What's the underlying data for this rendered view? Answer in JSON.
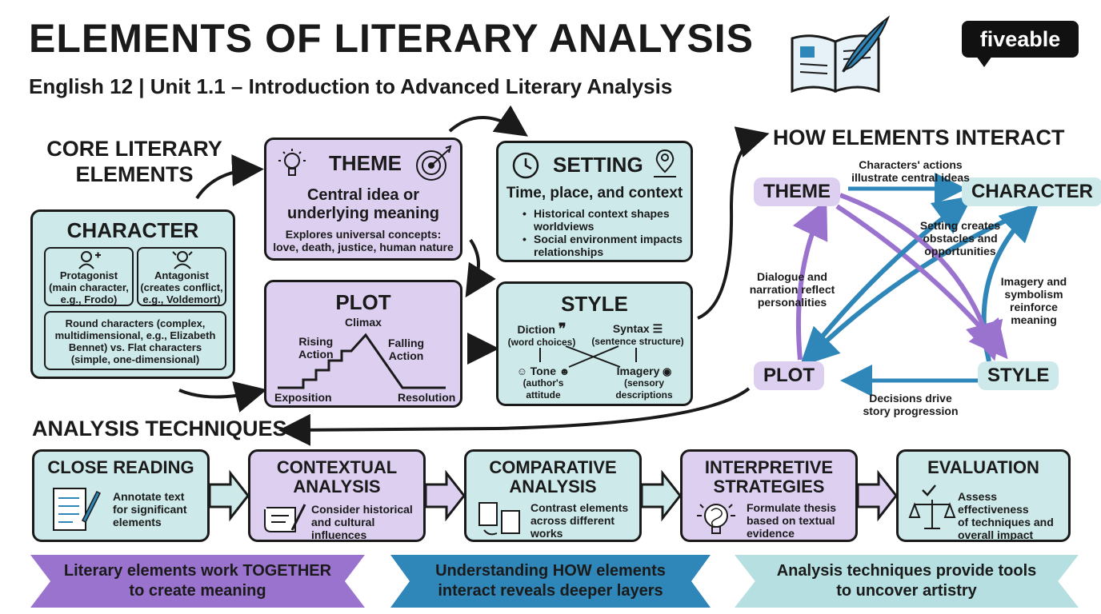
{
  "header": {
    "title": "ELEMENTS OF LITERARY ANALYSIS",
    "subtitle": "English 12 | Unit 1.1 – Introduction to Advanced Literary Analysis",
    "logo": "fiveable"
  },
  "core": {
    "heading_line1": "CORE LITERARY",
    "heading_line2": "ELEMENTS"
  },
  "character": {
    "title": "CHARACTER",
    "protagonist": [
      "Protagonist",
      "(main character,",
      "e.g., Frodo)"
    ],
    "antagonist": [
      "Antagonist",
      "(creates conflict,",
      "e.g., Voldemort)"
    ],
    "round_flat": [
      "Round characters (complex,",
      "multidimensional, e.g., Elizabeth",
      "Bennet) vs. Flat characters",
      "(simple, one-dimensional)"
    ]
  },
  "theme": {
    "title": "THEME",
    "main": [
      "Central idea or",
      "underlying meaning"
    ],
    "detail": [
      "Explores universal concepts:",
      "love, death, justice, human nature"
    ]
  },
  "setting": {
    "title": "SETTING",
    "main": "Time, place, and context",
    "bullets": [
      [
        "Historical context shapes",
        "worldviews"
      ],
      [
        "Social environment impacts",
        "relationships"
      ]
    ]
  },
  "plot": {
    "title": "PLOT",
    "climax": "Climax",
    "rising": [
      "Rising",
      "Action"
    ],
    "falling": [
      "Falling",
      "Action"
    ],
    "exposition": "Exposition",
    "resolution": "Resolution"
  },
  "style": {
    "title": "STYLE",
    "diction": [
      "Diction",
      "(word choices)"
    ],
    "syntax": [
      "Syntax",
      "(sentence structure)"
    ],
    "tone": [
      "Tone",
      "(author's",
      "attitude"
    ],
    "imagery": [
      "Imagery",
      "(sensory",
      "descriptions"
    ]
  },
  "interact": {
    "heading": "HOW ELEMENTS INTERACT",
    "nodes": {
      "theme": "THEME",
      "character": "CHARACTER",
      "plot": "PLOT",
      "style": "STYLE"
    },
    "labels": {
      "top": [
        "Characters' actions",
        "illustrate central ideas"
      ],
      "setting": [
        "Setting creates",
        "obstacles and",
        "opportunities"
      ],
      "dialogue": [
        "Dialogue and",
        "narration reflect",
        "personalities"
      ],
      "imagery": [
        "Imagery and",
        "symbolism",
        "reinforce meaning"
      ],
      "bottom": [
        "Decisions drive",
        "story progression"
      ]
    },
    "colors": {
      "blue": "#2f86b8",
      "purple": "#9a73cf"
    }
  },
  "analysis": {
    "heading": "ANALYSIS TECHNIQUES",
    "techniques": [
      {
        "title": [
          "CLOSE READING"
        ],
        "text": [
          "Annotate text",
          "for significant",
          "elements"
        ],
        "icon": "annotate-icon"
      },
      {
        "title": [
          "CONTEXTUAL",
          "ANALYSIS"
        ],
        "text": [
          "Consider historical",
          "and cultural",
          "influences"
        ],
        "icon": "scroll-icon"
      },
      {
        "title": [
          "COMPARATIVE",
          "ANALYSIS"
        ],
        "text": [
          "Contrast elements",
          "across different",
          "works"
        ],
        "icon": "books-compare-icon"
      },
      {
        "title": [
          "INTERPRETIVE",
          "STRATEGIES"
        ],
        "text": [
          "Formulate thesis",
          "based on textual",
          "evidence"
        ],
        "icon": "brain-bulb-icon"
      },
      {
        "title": [
          "EVALUATION"
        ],
        "text": [
          "Assess effectiveness",
          "of techniques and",
          "overall impact"
        ],
        "icon": "scales-icon"
      }
    ]
  },
  "banners": [
    {
      "lines": [
        "Literary elements work TOGETHER",
        "to create meaning"
      ],
      "color": "#9a73cf"
    },
    {
      "lines": [
        "Understanding HOW elements",
        "interact reveals deeper layers"
      ],
      "color": "#2f86b8"
    },
    {
      "lines": [
        "Analysis techniques provide tools",
        "to uncover artistry"
      ],
      "color": "#b5dfe0"
    }
  ],
  "colors": {
    "teal_card": "#cde9ea",
    "purple_card": "#dccff0",
    "ink": "#1a1a1a"
  }
}
